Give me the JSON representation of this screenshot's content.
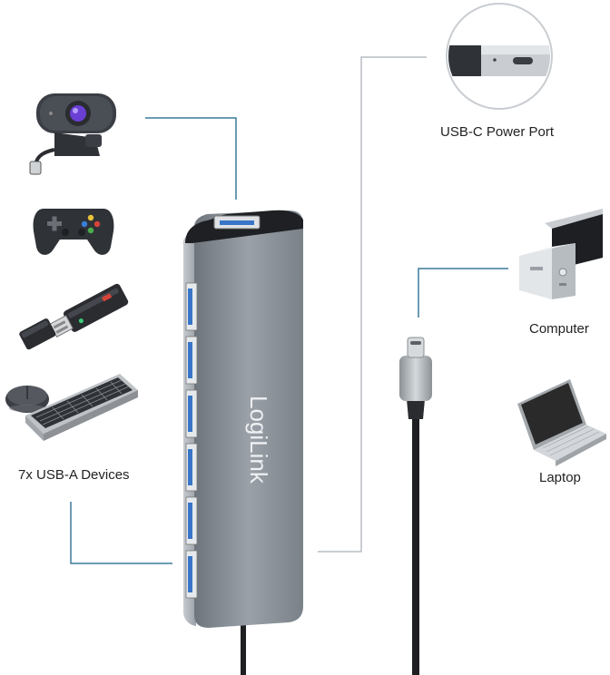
{
  "brand": "LogiLink",
  "labels": {
    "usb_c_power_port": "USB-C Power Port",
    "computer": "Computer",
    "laptop": "Laptop",
    "usb_a_devices": "7x USB-A Devices"
  },
  "devices": [
    "webcam",
    "game-controller",
    "usb-wifi-adapter",
    "mouse-and-keyboard"
  ],
  "colors": {
    "hub_body": "#8a9199",
    "hub_dark": "#2f3236",
    "callout_line_blue": "#3c7a9a",
    "callout_line_gray": "#b9bec3",
    "webcam_lens": "#6a3fd3",
    "laptop_screen": "#2a2a2a"
  }
}
